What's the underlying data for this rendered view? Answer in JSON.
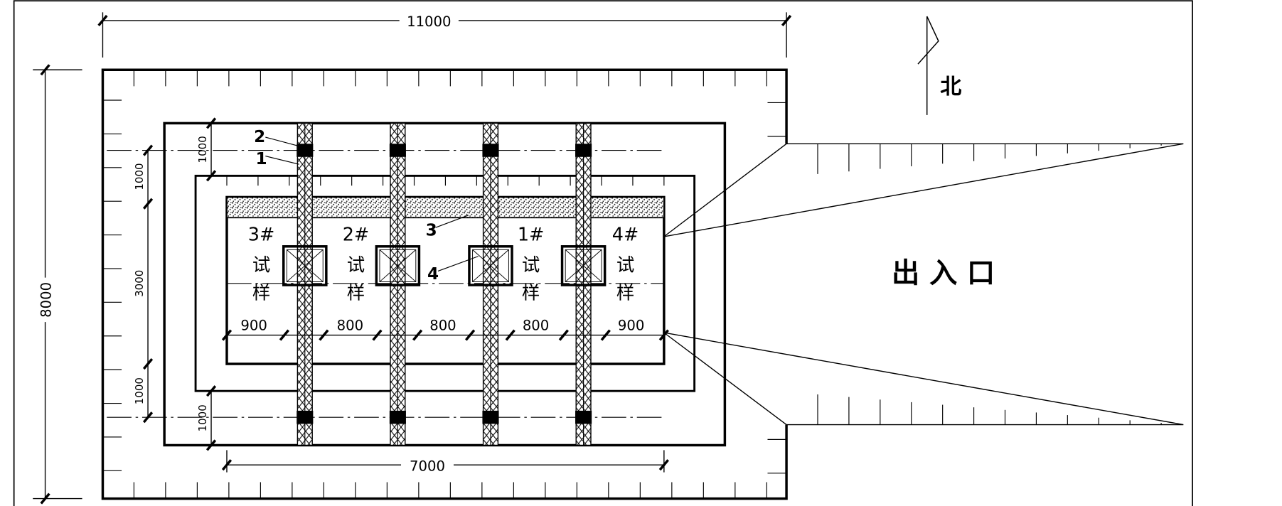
{
  "dimensions": {
    "overall_width": "11000",
    "overall_height": "8000",
    "inner_width": "7000",
    "left_outer_1": "1000",
    "left_outer_2": "3000",
    "left_outer_3": "1000",
    "left_inner_1": "1000",
    "left_inner_2": "1000",
    "spacings": [
      "900",
      "800",
      "800",
      "800",
      "900"
    ]
  },
  "callouts": [
    "1",
    "2",
    "3",
    "4"
  ],
  "specimens": [
    {
      "number": "3#",
      "char1": "试",
      "char2": "样"
    },
    {
      "number": "2#",
      "char1": "试",
      "char2": "样"
    },
    {
      "number": "1#",
      "char1": "试",
      "char2": "样"
    },
    {
      "number": "4#",
      "char1": "试",
      "char2": "样"
    }
  ],
  "north_label": "北",
  "entrance_label": "出 入 口"
}
